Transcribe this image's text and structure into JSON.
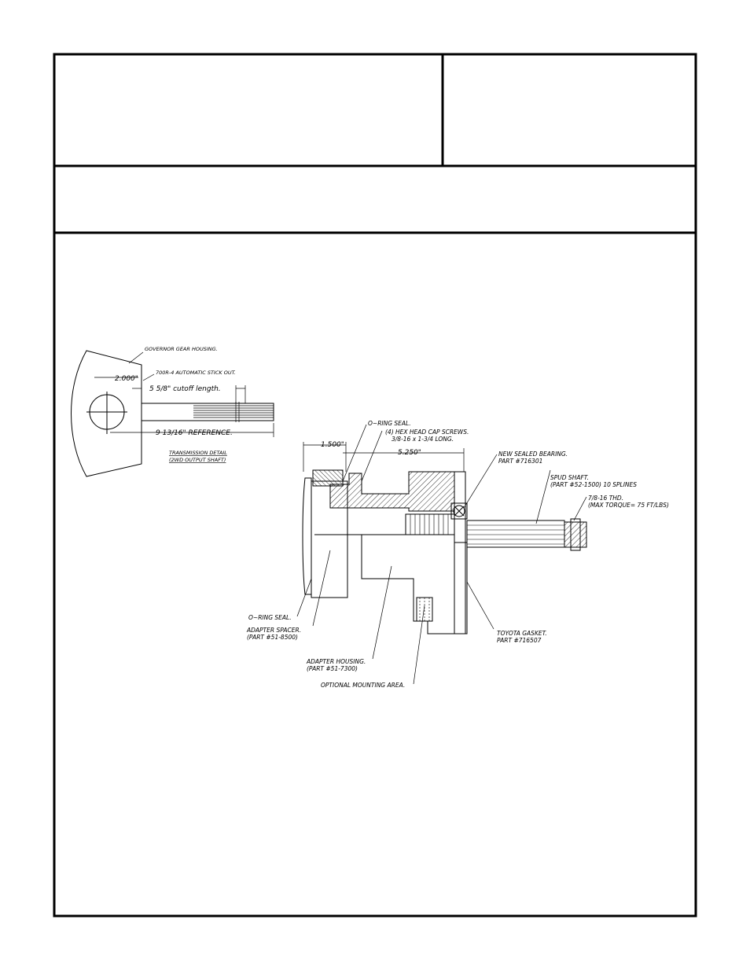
{
  "transmission_detail": {
    "governor_label": "GOVERNOR GEAR HOUSING.",
    "stickout_label": "700R-4 AUTOMATIC STICK OUT.",
    "dim_2000": "2.000\"",
    "cutoff_label": "5 5/8\" cutoff length.",
    "reference_label": "9 13/16\" REFERENCE.",
    "title_line1": "TRANSMISSION DETAIL",
    "title_line2": "(2WD OUTPUT SHAFT)"
  },
  "adapter_assembly": {
    "oring_top": "O~RING SEAL.",
    "hex_line1": "(4) HEX HEAD CAP SCREWS.",
    "hex_line2": "3/8-16 x 1-3/4 LONG.",
    "dim_1500": "1.500\"",
    "dim_5250": "5.250\"",
    "bearing_line1": "NEW SEALED BEARING.",
    "bearing_line2": "PART #716301",
    "spud_line1": "SPUD SHAFT.",
    "spud_line2": "(PART #52-1500) 10 SPLINES",
    "thread_line1": "7/8-16 THD.",
    "thread_line2": "(MAX TORQUE= 75 FT/LBS)",
    "oring_bottom": "O~RING SEAL.",
    "spacer_line1": "ADAPTER SPACER.",
    "spacer_line2": "(PART #51-8500)",
    "housing_line1": "ADAPTER HOUSING.",
    "housing_line2": "(PART #51-7300)",
    "mounting_label": "OPTIONAL MOUNTING AREA.",
    "gasket_line1": "TOYOTA GASKET.",
    "gasket_line2": "PART #716507"
  }
}
